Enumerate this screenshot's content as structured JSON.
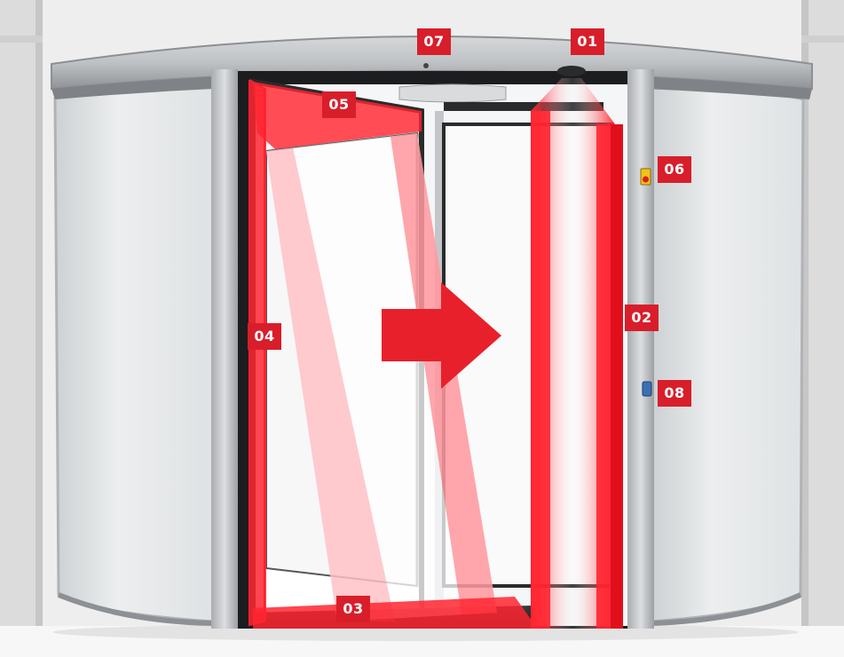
{
  "callouts": [
    {
      "id": "01",
      "label": "01"
    },
    {
      "id": "02",
      "label": "02"
    },
    {
      "id": "03",
      "label": "03"
    },
    {
      "id": "04",
      "label": "04"
    },
    {
      "id": "05",
      "label": "05"
    },
    {
      "id": "06",
      "label": "06"
    },
    {
      "id": "07",
      "label": "07"
    },
    {
      "id": "08",
      "label": "08"
    }
  ],
  "colors": {
    "accent_red": "#d81e2a",
    "sensor_field": "#ff1f2c",
    "frame_steel": "#b9bbbd",
    "glass": "#e6e8ea"
  }
}
